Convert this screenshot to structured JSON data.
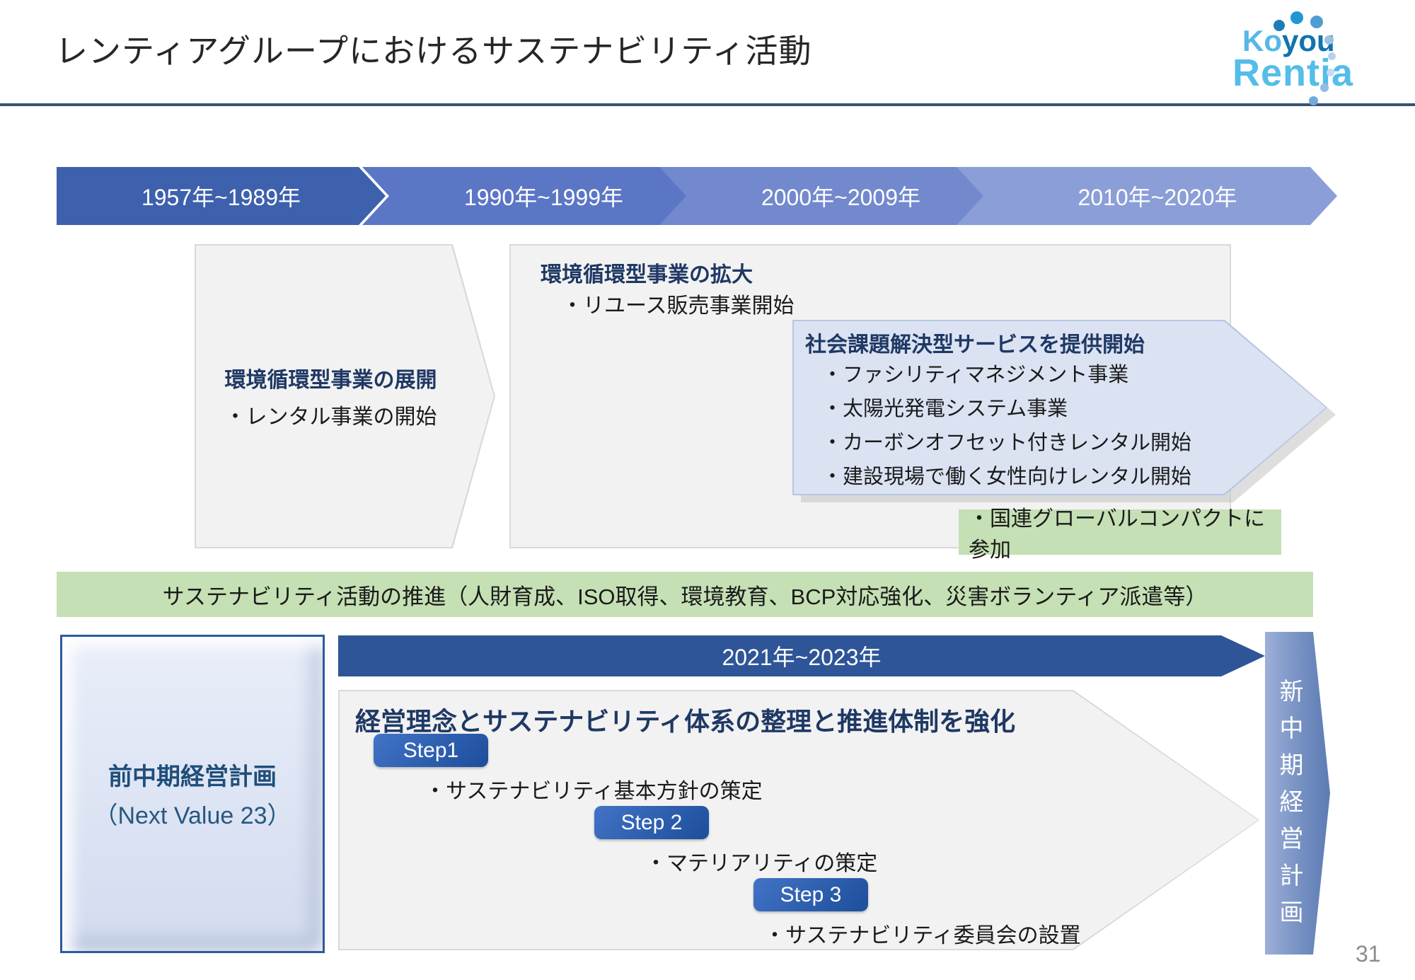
{
  "header": {
    "title": "レンティアグループにおけるサステナビリティ活動",
    "logo": {
      "word1_part1": "Ko",
      "word1_part2": "you",
      "word2": "Rentia"
    }
  },
  "timeline": {
    "segments": [
      {
        "label": "1957年~1989年",
        "color": "#3e61ad"
      },
      {
        "label": "1990年~1999年",
        "color": "#5b76c4"
      },
      {
        "label": "2000年~2009年",
        "color": "#7389cd"
      },
      {
        "label": "2010年~2020年",
        "color": "#8c9ed7"
      }
    ]
  },
  "boxes": {
    "box1": {
      "title": "環境循環型事業の展開",
      "item": "・レンタル事業の開始"
    },
    "box2": {
      "title": "環境循環型事業の拡大",
      "item": "・リユース販売事業開始"
    },
    "box3": {
      "title": "社会課題解決型サービスを提供開始",
      "items": [
        "・ファシリティマネジメント事業",
        "・太陽光発電システム事業",
        "・カーボンオフセット付きレンタル開始",
        "・建設現場で働く女性向けレンタル開始"
      ]
    },
    "green_note": "・国連グローバルコンパクトに参加",
    "green_bar": "サステナビリティ活動の推進（人財育成、ISO取得、環境教育、BCP対応強化、災害ボランティア派遣等）"
  },
  "bottom": {
    "prev_plan_title": "前中期経営計画",
    "prev_plan_sub": "（Next Value 23）",
    "period_label": "2021年~2023年",
    "main_title": "経営理念とサステナビリティ体系の整理と推進体制を強化",
    "steps": [
      {
        "label": "Step1",
        "item": "・サステナビリティ基本方針の策定"
      },
      {
        "label": "Step 2",
        "item": "・マテリアリティの策定"
      },
      {
        "label": "Step 3",
        "item": "・サステナビリティ委員会の設置"
      }
    ],
    "ribbon_label": "新中期経営計画"
  },
  "page": {
    "number": "31"
  },
  "colors": {
    "accent_navy": "#1f3864",
    "rule_navy": "#3a5272",
    "band_blue": "#2e5597",
    "step_blue": "#1d4e9b",
    "green": "#c5e0b4",
    "light_blue_panel": "#dbe3f3",
    "gray_panel": "#f2f2f2",
    "logo_light_blue": "#54bde8",
    "logo_dark_blue": "#1273ad"
  }
}
